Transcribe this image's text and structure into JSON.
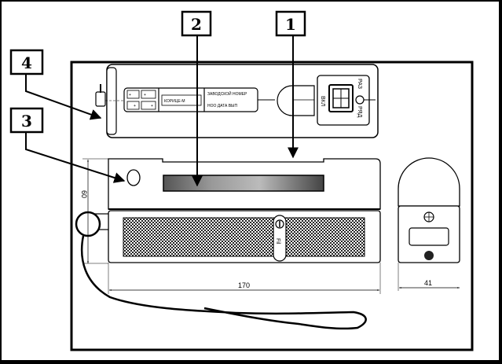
{
  "diagram": {
    "type": "device-outline-drawing",
    "callouts": [
      {
        "id": "1",
        "label": "1",
        "target": "top-slot-upper-edge"
      },
      {
        "id": "2",
        "label": "2",
        "target": "display-window"
      },
      {
        "id": "3",
        "label": "3",
        "target": "side-indicator"
      },
      {
        "id": "4",
        "label": "4",
        "target": "end-connector"
      }
    ],
    "panel": {
      "battery_labels": [
        "+",
        "+",
        "+",
        "+"
      ],
      "nameplate_text": "КОРИЦЕ-М",
      "info_line1": "ЗАВОДСКОЙ НОМЕР",
      "info_line2": "НОО   ДАТА   ВЫП",
      "switch_left_label": "ВКЛ",
      "switch_top_label": "РАЗ",
      "switch_bottom_label": "РЯД"
    },
    "front": {
      "grille_badge_text": "Fil"
    },
    "dimensions": {
      "length": "170",
      "height": "60",
      "width": "41"
    }
  }
}
